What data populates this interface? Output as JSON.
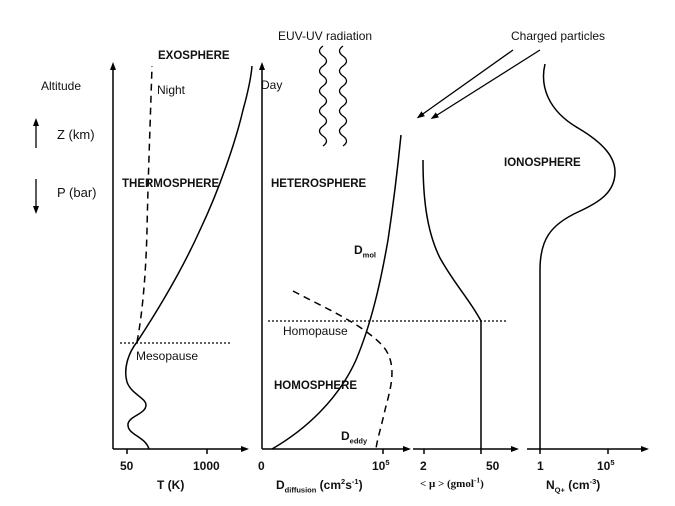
{
  "labels": {
    "altitude": "Altitude",
    "z_km": "Z (km)",
    "p_bar": "P (bar)",
    "exosphere": "EXOSPHERE",
    "night": "Night",
    "day": "Day",
    "thermosphere": "THERMOSPHERE",
    "mesopause": "Mesopause",
    "euv_uv": "EUV-UV radiation",
    "charged_particles": "Charged particles",
    "heterosphere": "HETEROSPHERE",
    "d_mol_main": "D",
    "d_mol_sub": "mol",
    "homopause": "Homopause",
    "homosphere": "HOMOSPHERE",
    "d_eddy_main": "D",
    "d_eddy_sub": "eddy",
    "ionosphere": "IONOSPHERE"
  },
  "axes": {
    "temperature": {
      "ticks": [
        "50",
        "1000"
      ],
      "title": "T (K)"
    },
    "diffusion": {
      "tick_left": "0",
      "tick_right_base": "10",
      "tick_right_exp": "5",
      "title_main": "D",
      "title_sub": "diffusion",
      "title_unit": " (cm",
      "title_unit_sup": "2",
      "title_unit_rest": "s",
      "title_unit_sup2": "-1",
      "title_close": ")"
    },
    "molar_mass": {
      "ticks": [
        "2",
        "50"
      ],
      "title": "< μ > (gmol",
      "title_sup": "-1",
      "title_close": ")"
    },
    "ion_density": {
      "tick_left": "1",
      "tick_right_base": "10",
      "tick_right_exp": "5",
      "title_main": "N",
      "title_sub": "Q+",
      "title_unit": " (cm",
      "title_unit_sup": "-3",
      "title_close": ")"
    }
  },
  "colors": {
    "line": "#000000",
    "background": "#ffffff"
  }
}
